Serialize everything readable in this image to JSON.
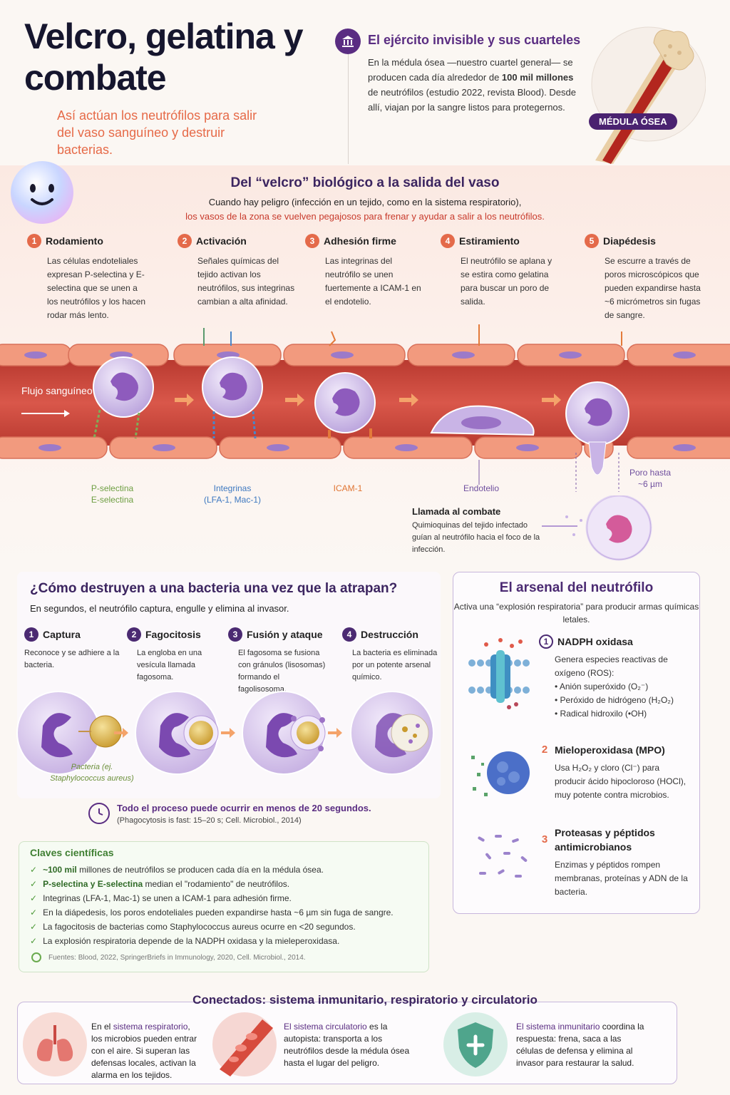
{
  "header": {
    "title": "Velcro, gelatina y combate",
    "subtitle": "Así actúan los neutrófilos para salir del vaso sanguíneo y destruir bacterias."
  },
  "army": {
    "title": "El ejército invisible y sus cuarteles",
    "text_a": "En la médula ósea —nuestro cuartel general— se producen cada día alrededor de ",
    "text_b": "100 mil millones",
    "text_c": " de neutrófilos (estudio 2022, revista Blood). Desde allí, viajan por la sangre listos para protegernos.",
    "badge": "MÉDULA ÓSEA"
  },
  "velcro": {
    "title": "Del “velcro” biológico a la salida del vaso",
    "line1": "Cuando hay peligro (infección en un tejido, como en la sistema respiratorio),",
    "line2": "los vasos de la zona se vuelven pegajosos para frenar y ayudar a salir a los neutrófilos.",
    "steps": [
      {
        "n": "1",
        "title": "Rodamiento",
        "text": "Las células endoteliales expresan P-selectina y E-selectina que se unen a los neutrófilos y los hacen rodar más lento."
      },
      {
        "n": "2",
        "title": "Activación",
        "text": "Señales químicas del tejido activan los neutrófilos, sus integrinas cambian a alta afinidad."
      },
      {
        "n": "3",
        "title": "Adhesión firme",
        "text": "Las integrinas del neutrófilo se unen fuertemente a ICAM-1 en el endotelio."
      },
      {
        "n": "4",
        "title": "Estiramiento",
        "text": "El neutrófilo se aplana y se estira como gelatina para buscar un poro de salida."
      },
      {
        "n": "5",
        "title": "Diapédesis",
        "text": "Se escurre a través de poros microscópicos que pueden expandirse hasta ~6 micrómetros sin fugas de sangre."
      }
    ],
    "flow_label": "Flujo sanguíneo",
    "labels": {
      "selectin_1": "P-selectina",
      "selectin_2": "E-selectina",
      "integrin_1": "Integrinas",
      "integrin_2": "(LFA-1, Mac-1)",
      "icam": "ICAM-1",
      "endo": "Endotelio",
      "pore_1": "Poro hasta",
      "pore_2": "~6 µm"
    },
    "combat": {
      "title": "Llamada al combate",
      "text": "Quimioquinas del tejido infectado guían al neutrófilo hacia el foco de la infección."
    }
  },
  "destroy": {
    "title": "¿Cómo destruyen a una bacteria una vez que la atrapan?",
    "subtitle": "En segundos, el neutrófilo captura, engulle y elimina al invasor.",
    "steps": [
      {
        "n": "1",
        "title": "Captura",
        "text": "Reconoce y se adhiere a la bacteria."
      },
      {
        "n": "2",
        "title": "Fagocitosis",
        "text": "La engloba en una vesícula llamada fagosoma."
      },
      {
        "n": "3",
        "title": "Fusión y ataque",
        "text": "El fagosoma se fusiona con gránulos (lisosomas) formando el fagolisosoma."
      },
      {
        "n": "4",
        "title": "Destrucción",
        "text": "La bacteria es eliminada por un potente arsenal químico."
      }
    ],
    "bacteria_label": "Pacteria (ej. Staphylococcus aureus)",
    "timer_text": "Todo el proceso puede ocurrir en menos de 20 segundos.",
    "timer_ref": "(Phagocytosis is fast: 15–20 s; Cell. Microbiol., 2014)"
  },
  "claves": {
    "title": "Claves científicas",
    "items": [
      {
        "a": "~100 mil",
        "b": " millones de neutrófilos se producen cada día en la médula ósea."
      },
      {
        "a": "P-selectina y E-selectina",
        "b": " median el \"rodamiento\" de neutrófilos."
      },
      {
        "a": "",
        "b": "Integrinas (LFA-1, Mac-1) se unen a ICAM-1 para adhesión firme."
      },
      {
        "a": "",
        "b": "En la diápedesis, los poros endoteliales pueden expandirse hasta ~6 µm sin fuga de sangre."
      },
      {
        "a": "",
        "b": "La fagocitosis de bacterias como Staphylococcus aureus ocurre en <20 segundos."
      },
      {
        "a": "",
        "b": "La explosión respiratoria depende de la NADPH oxidasa y la mieleperoxidasa."
      }
    ],
    "sources": "Fuentes: Blood, 2022, SpringerBriefs in Immunology, 2020, Cell. Microbiol., 2014."
  },
  "arsenal": {
    "title": "El arsenal del neutrófilo",
    "subtitle": "Activa una “explosión respiratoria” para producir armas químicas letales.",
    "weapons": [
      {
        "n": "1",
        "title": "NADPH oxidasa",
        "text": "Genera especies reactivas de oxígeno (ROS):",
        "bullets": [
          "• Anión superóxido (O₂⁻)",
          "• Peróxido de hidrógeno (H₂O₂)",
          "• Radical hidroxilo (•OH)"
        ]
      },
      {
        "n": "2",
        "title": "Mieloperoxidasa (MPO)",
        "text": "Usa H₂O₂ y cloro (Cl⁻) para producir ácido hipocloroso (HOCl), muy potente contra microbios."
      },
      {
        "n": "3",
        "title": "Proteasas y péptidos antimicrobianos",
        "text": "Enzimas y péptidos rompen membranas, proteínas y ADN de la bacteria."
      }
    ]
  },
  "connected": {
    "title": "Conectados: sistema inmunitario, respiratorio y circulatorio",
    "items": [
      {
        "pre": "En el ",
        "hl": "sistema respiratorio",
        "post": ", los microbios pueden entrar con el aire. Si superan las defensas locales, activan la alarma en los tejidos."
      },
      {
        "pre": "",
        "hl": "El sistema circulatorio",
        "post": " es la autopista: transporta a los neutrófilos desde la médula ósea hasta el lugar del peligro."
      },
      {
        "pre": "",
        "hl": "El sistema inmunitario",
        "post": " coordina la respuesta: frena, saca a las células de defensa y elimina al invasor para restaurar la salud."
      }
    ]
  },
  "colors": {
    "purple": "#5a2d82",
    "orange": "#e46a4a",
    "green": "#4e9a3a",
    "vessel": "#c8483c"
  }
}
